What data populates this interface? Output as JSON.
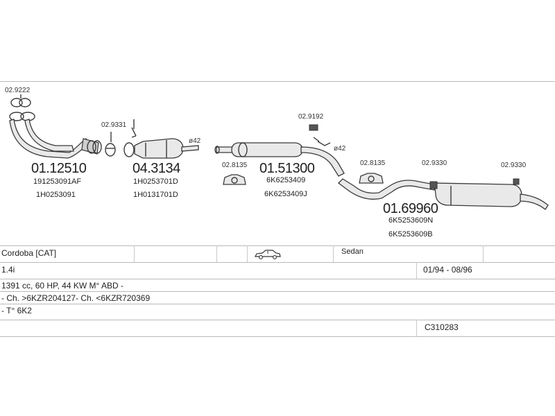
{
  "diagram": {
    "labels": {
      "clamp_1": "02.9222",
      "clamp_2": "02.9331",
      "clamp_3": "02.9192",
      "clamp_4": "02.8135",
      "clamp_5": "02.8135",
      "clamp_6": "02.9330",
      "clamp_7": "02.9330",
      "dia_1": "ø42",
      "dia_2": "ø42"
    },
    "parts": [
      {
        "code": "01.12510",
        "refs": [
          "191253091AF",
          "1H0253091"
        ]
      },
      {
        "code": "04.3134",
        "refs": [
          "1H0253701D",
          "1H0131701D"
        ]
      },
      {
        "code": "01.51300",
        "refs": [
          "6K6253409",
          "6K6253409J"
        ]
      },
      {
        "code": "01.69960",
        "refs": [
          "6K5253609N",
          "6K5253609B"
        ]
      }
    ]
  },
  "table": {
    "model": "Cordoba  [CAT]",
    "body": "Sedan",
    "engine": "1.4i",
    "dates": "01/94 - 08/96",
    "spec": "1391 cc, 60 HP, 44 KW M° ABD -",
    "chassis": "- Ch. >6KZR204127- Ch. <6KZR720369",
    "type": "- T° 6K2",
    "ref_code": "C310283"
  },
  "icons": {
    "car": "sedan-car-icon"
  }
}
